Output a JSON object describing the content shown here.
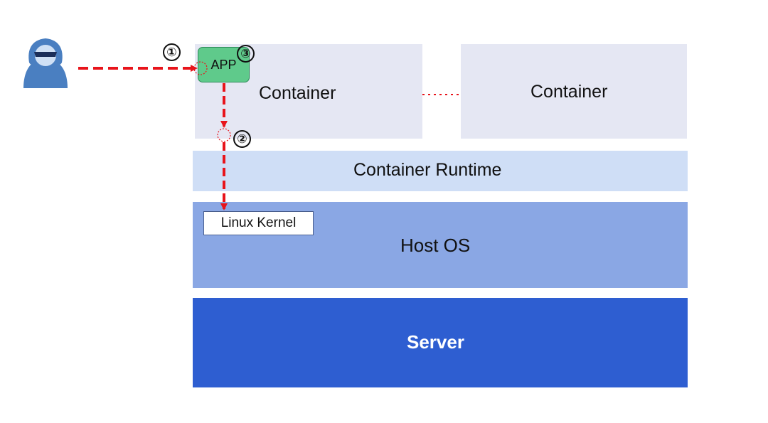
{
  "layers": {
    "container_left": "Container",
    "container_right": "Container",
    "runtime": "Container Runtime",
    "host_os": "Host OS",
    "server": "Server"
  },
  "app": {
    "label": "APP"
  },
  "kernel": {
    "label": "Linux Kernel"
  },
  "steps": [
    "①",
    "②",
    "③"
  ],
  "colors": {
    "container": "#e5e7f3",
    "runtime": "#cfdef6",
    "host_os": "#8aa7e4",
    "server": "#2e5ed1",
    "app": "#5fca8b",
    "attack_path": "#e8141b",
    "attacker": "#4a7fc1"
  },
  "icons": {
    "attacker": "hooded-hacker-icon"
  }
}
